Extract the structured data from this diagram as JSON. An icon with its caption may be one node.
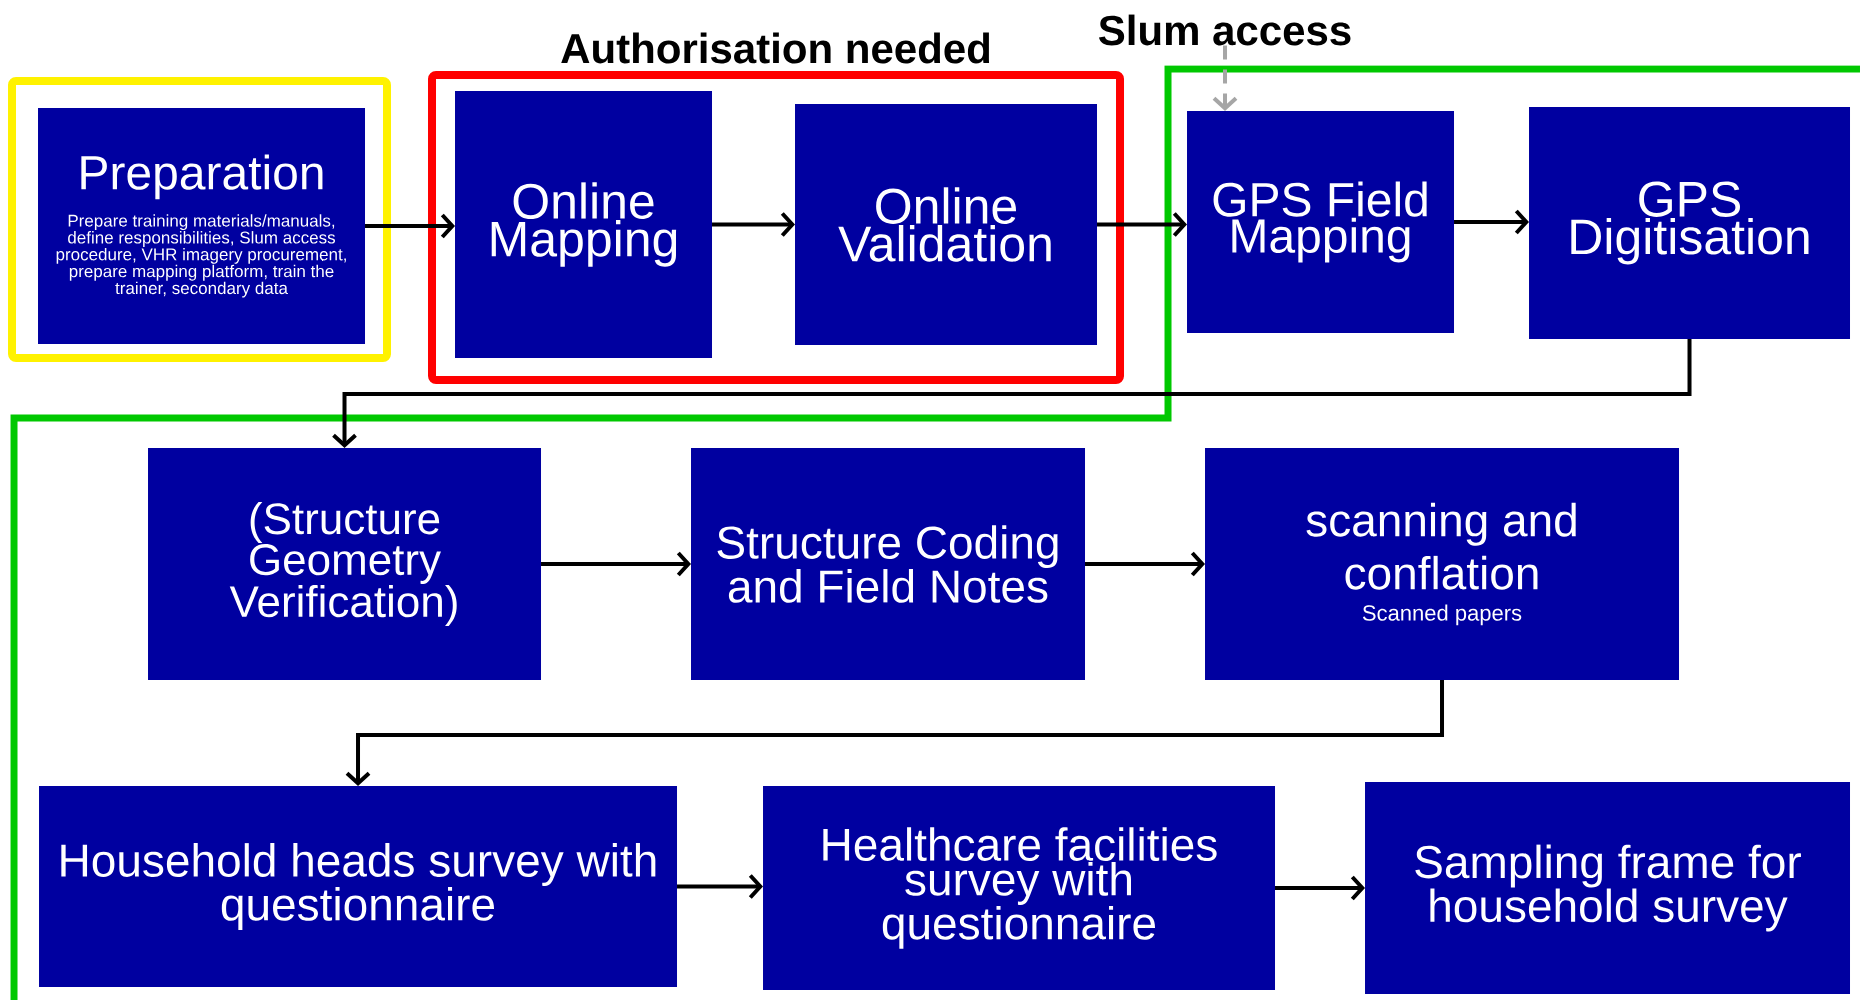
{
  "diagram": {
    "nodes": [
      {
        "text": [],
        "shape": "box"
      },
      {
        "text": [
          "Preparation",
          "Prepare training materials/manuals, define responsibilities, Slum access procedure, VHR imagery procurement, prepare mapping platform, train the trainer, secondary data"
        ],
        "in": 0
      },
      {
        "text": [
          "Authorisation needed"
        ]
      },
      {
        "text": [
          "Online Mapping"
        ],
        "in": 2
      },
      {
        "text": [
          "Online Validation"
        ],
        "in": 2
      },
      {
        "text": [
          "Slum access"
        ]
      },
      {
        "text": [
          "GPS Field Mapping"
        ]
      },
      {
        "text": [
          "GPS Digitisation"
        ]
      },
      {
        "text": [
          "(Structure Geometry Verification)"
        ]
      },
      {
        "text": [
          "Structure Coding and Field Notes"
        ]
      },
      {
        "text": [
          "scanning and conflation",
          "Scanned papers"
        ]
      },
      {
        "text": [
          "Household heads survey with questionnaire"
        ]
      },
      {
        "text": [
          "Healthcare facilities survey with questionnaire"
        ]
      },
      {
        "text": [
          "Sampling frame for household survey"
        ]
      }
    ],
    "edges": [
      {
        "from": 1,
        "to": 3,
        "arrow": "to"
      },
      {
        "from": 3,
        "to": 4,
        "arrow": "to"
      },
      {
        "from": 4,
        "to": 6,
        "arrow": "to"
      },
      {
        "from": 5,
        "to": 6,
        "arrow": "to",
        "style": "dashed",
        "color": "#a6a6a6"
      },
      {
        "from": 6,
        "to": 7,
        "arrow": "to"
      },
      {
        "from": 7,
        "to": 8,
        "arrow": "to"
      },
      {
        "from": 8,
        "to": 9,
        "arrow": "to"
      },
      {
        "from": 9,
        "to": 10,
        "arrow": "to"
      },
      {
        "from": 10,
        "to": 11,
        "arrow": "to"
      },
      {
        "from": 11,
        "to": 12,
        "arrow": "to"
      },
      {
        "from": 12,
        "to": 13,
        "arrow": "to"
      }
    ]
  }
}
